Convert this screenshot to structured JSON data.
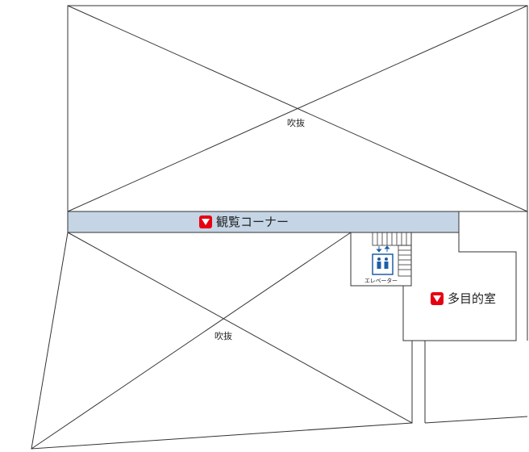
{
  "floor_plan": {
    "void_upper_label": "吹抜",
    "void_lower_label": "吹抜",
    "viewing_corner_label": "観覧コーナー",
    "multipurpose_room_label": "多目的室",
    "elevator_label": "エレベーター",
    "colors": {
      "walkway_fill": "#c5d5e6",
      "line": "#333333",
      "marker": "#e60012",
      "elevator_icon": "#1e5ea8"
    },
    "icons": [
      "down-triangle-marker-icon",
      "elevator-icon",
      "up-down-arrows-icon"
    ]
  }
}
